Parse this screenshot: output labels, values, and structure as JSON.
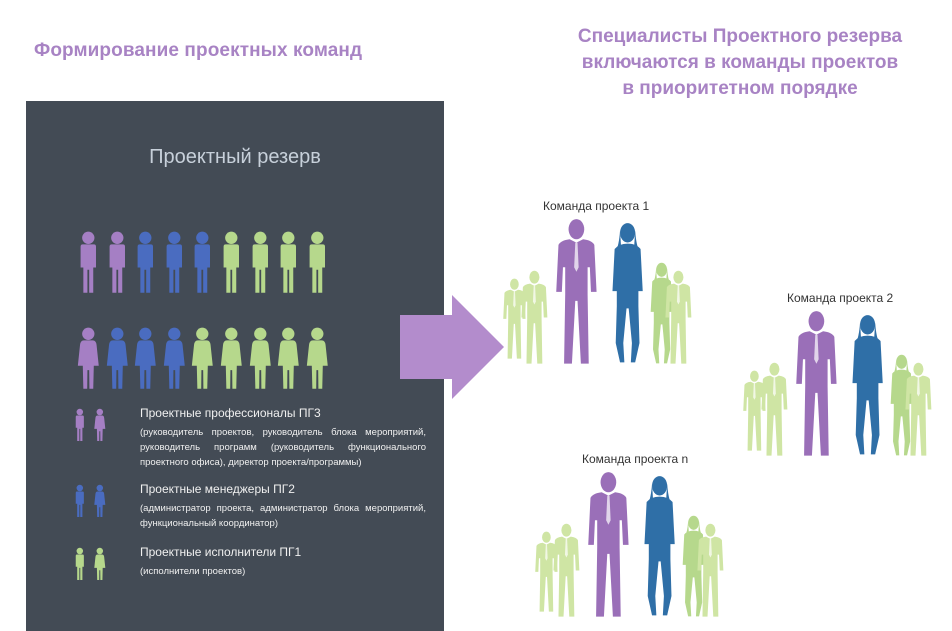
{
  "title_left": "Формирование проектных команд",
  "title_right": [
    "Специалисты Проектного резерва",
    "включаются в команды проектов",
    "в приоритетном порядке"
  ],
  "panel": {
    "title": "Проектный резерв",
    "row_men": [
      "purple",
      "purple",
      "blue",
      "blue",
      "blue",
      "green",
      "green",
      "green",
      "green"
    ],
    "row_women": [
      "purple",
      "blue",
      "blue",
      "blue",
      "green",
      "green",
      "green",
      "green",
      "green"
    ],
    "legend": [
      {
        "title": "Проектные профессионалы ПГ3",
        "desc": "(руководитель проектов, руководитель блока мероприятий, руководитель программ (руководитель функционального проектного офиса), директор проекта/программы)",
        "color": "purple"
      },
      {
        "title": "Проектные менеджеры ПГ2",
        "desc": "(администратор проекта, администратор блока мероприятий, функциональный координатор)",
        "color": "blue"
      },
      {
        "title": "Проектные исполнители ПГ1",
        "desc": "(исполнители проектов)",
        "color": "green"
      }
    ]
  },
  "teams": [
    {
      "label": "Команда проекта 1"
    },
    {
      "label": "Команда проекта 2"
    },
    {
      "label": "Команда проекта n"
    }
  ],
  "colors": {
    "purple": "#a57fc4",
    "blue": "#4a6cc0",
    "green": "#b6d88c",
    "accent": "#a883c4",
    "panel": "#434b55",
    "suit_purple": "#9a6fb8",
    "suit_blue": "#2f6fa7",
    "light_green": "#cfe5a4"
  }
}
